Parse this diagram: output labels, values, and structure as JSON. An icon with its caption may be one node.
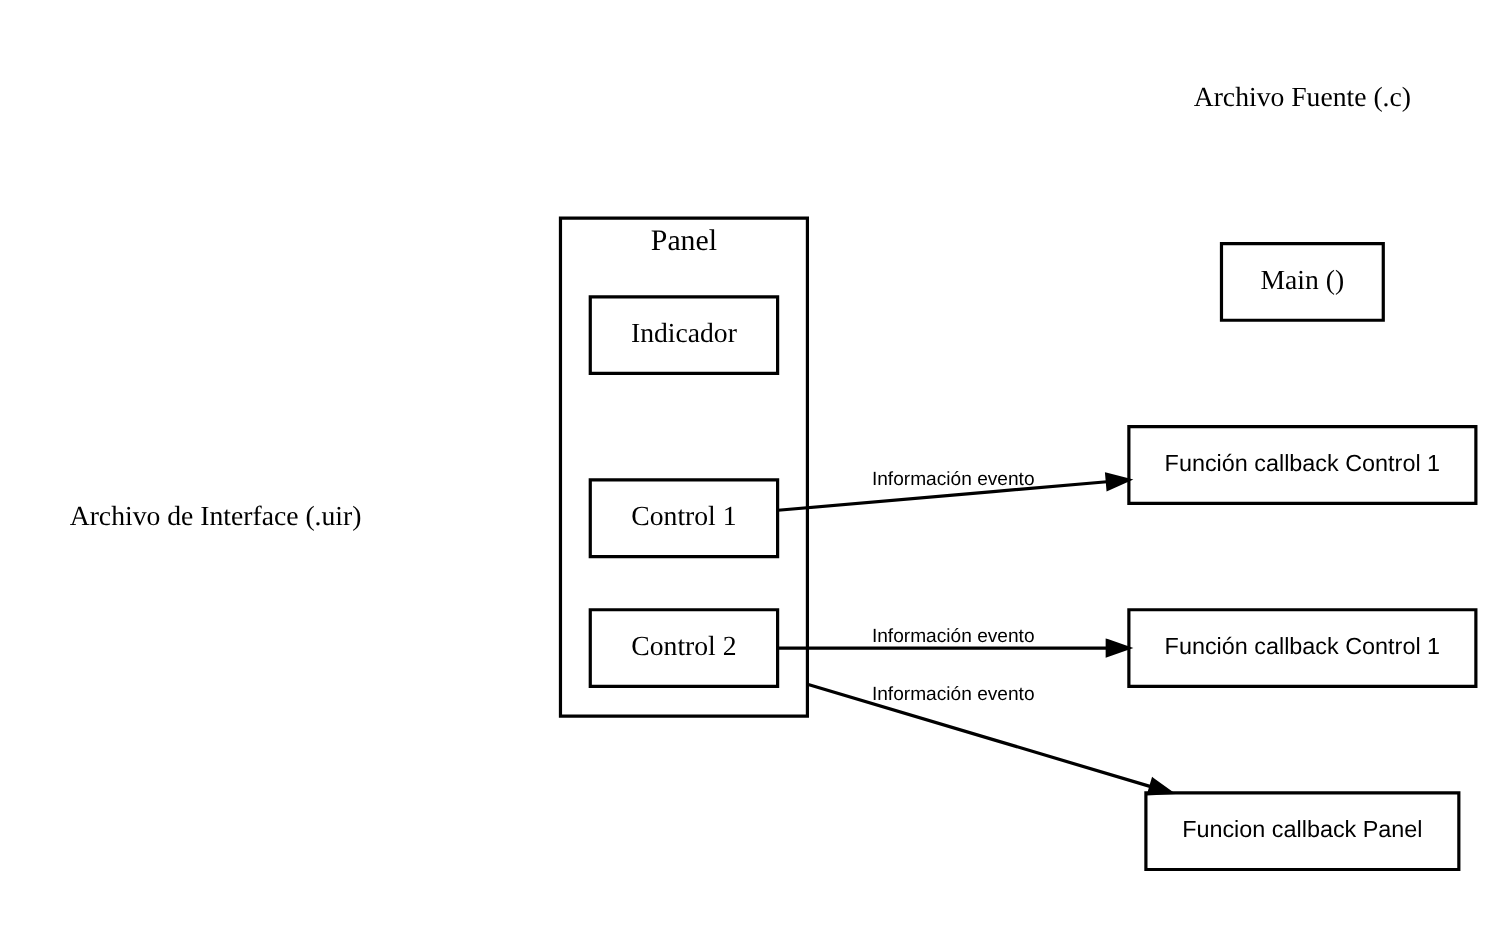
{
  "diagram": {
    "nodes": [
      {
        "text": [
          "Panel"
        ]
      },
      {
        "text": [
          "Control 1"
        ],
        "in": 0
      },
      {
        "text": [
          "Indicador"
        ],
        "in": 0
      },
      {
        "text": [
          "Control 2"
        ],
        "in": 0
      },
      {
        "text": [
          "Main ()"
        ]
      },
      {
        "text": [
          "Función callback Control 1"
        ]
      },
      {
        "text": [
          "Función callback Control 1"
        ]
      },
      {
        "text": [
          "Funcion callback Panel"
        ]
      }
    ],
    "edges": [
      {
        "from": 1,
        "to": 5,
        "arrow": "to",
        "label": "Información evento"
      },
      {
        "from": 3,
        "to": 6,
        "arrow": "to",
        "label": "Información evento"
      },
      {
        "from": 0,
        "to": 7,
        "arrow": "to",
        "label": "Información evento"
      }
    ],
    "labels": [
      "Archivo Fuente (.c)",
      "Archivo de Interface (.uir)"
    ]
  }
}
